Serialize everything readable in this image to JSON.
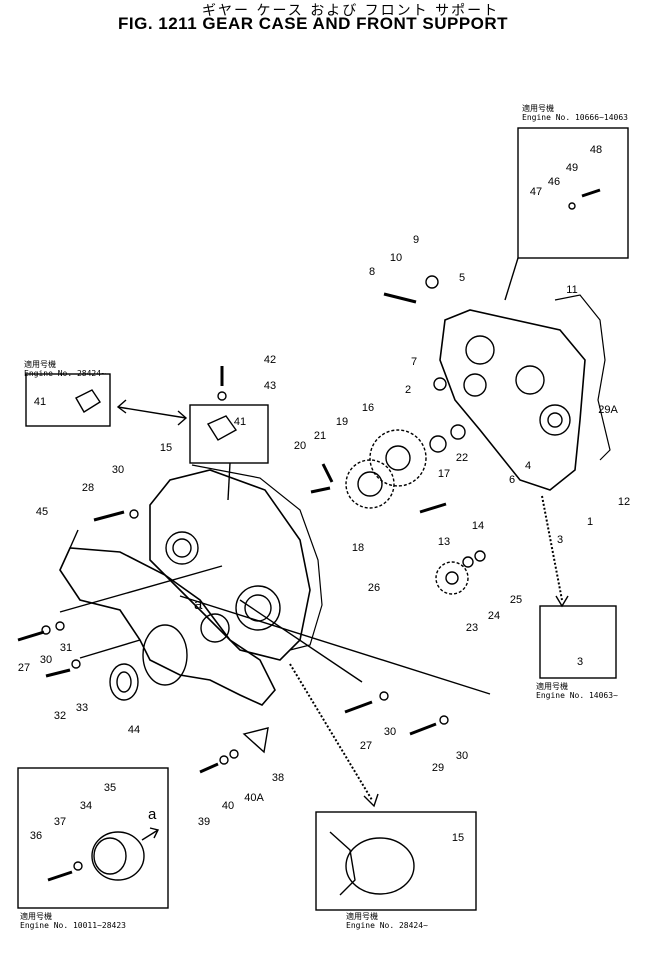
{
  "title": {
    "japanese": "ギヤー ケース および フロント サポート",
    "english": "FIG. 1211  GEAR CASE AND FRONT SUPPORT"
  },
  "inset_notes": {
    "top_right": {
      "line1": "適用号機",
      "line2": "Engine No. 10666~14063"
    },
    "left": {
      "line1": "適用号機",
      "line2": "Engine No. 28424~"
    },
    "right_mid": {
      "line1": "適用号機",
      "line2": "Engine No. 14063~"
    },
    "bottom_left": {
      "line1": "適用号機",
      "line2": "Engine No. 10011~28423"
    },
    "bottom_center": {
      "line1": "適用号機",
      "line2": "Engine No. 28424~"
    }
  },
  "view_marker": "a",
  "callouts": [
    "48",
    "49",
    "46",
    "47",
    "9",
    "10",
    "8",
    "5",
    "11",
    "7",
    "2",
    "29A",
    "42",
    "43",
    "41",
    "41",
    "16",
    "19",
    "21",
    "20",
    "22",
    "17",
    "6",
    "4",
    "12",
    "1",
    "3",
    "15",
    "30",
    "28",
    "18",
    "14",
    "13",
    "45",
    "26",
    "25",
    "24",
    "23",
    "3",
    "27",
    "30",
    "31",
    "32",
    "33",
    "44",
    "27",
    "30",
    "29",
    "30",
    "38",
    "40",
    "40A",
    "39",
    "35",
    "34",
    "37",
    "36",
    "15"
  ]
}
